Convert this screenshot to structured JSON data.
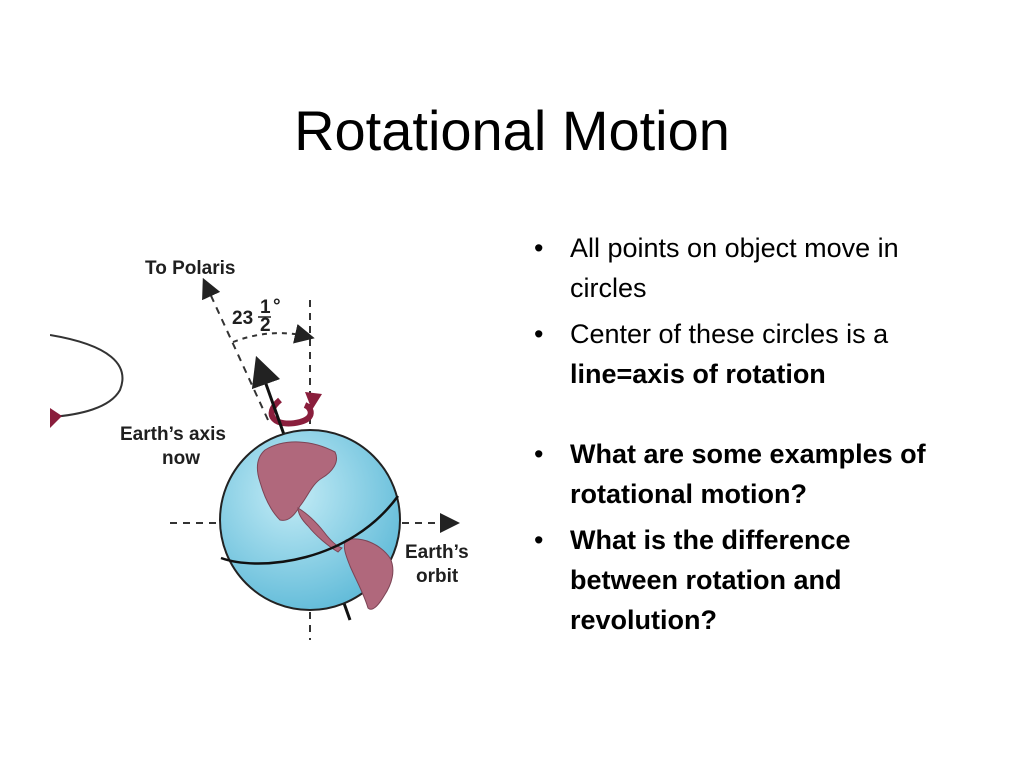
{
  "slide": {
    "title": "Rotational Motion"
  },
  "figure": {
    "labels": {
      "to_polaris": "To Polaris",
      "tilt_whole": "23",
      "tilt_num": "1",
      "tilt_den": "2",
      "tilt_degree": "°",
      "axis_line1": "Earth’s axis",
      "axis_line2": "now",
      "orbit_line1": "Earth’s",
      "orbit_line2": "orbit"
    },
    "colors": {
      "ocean": "#8fd6ea",
      "land": "#b0687c",
      "orbit_marker": "#8a1e3c"
    }
  },
  "bullets": [
    {
      "parts": [
        {
          "text": "All points on object move in circles",
          "bold": false
        }
      ]
    },
    {
      "parts": [
        {
          "text": "Center of these circles is a ",
          "bold": false
        },
        {
          "text": "line=axis of rotation",
          "bold": true
        }
      ]
    },
    {
      "parts": [
        {
          "text": "What are some examples of rotational motion?",
          "bold": true
        }
      ]
    },
    {
      "parts": [
        {
          "text": "What is the difference between rotation and revolution?",
          "bold": true
        }
      ]
    }
  ]
}
